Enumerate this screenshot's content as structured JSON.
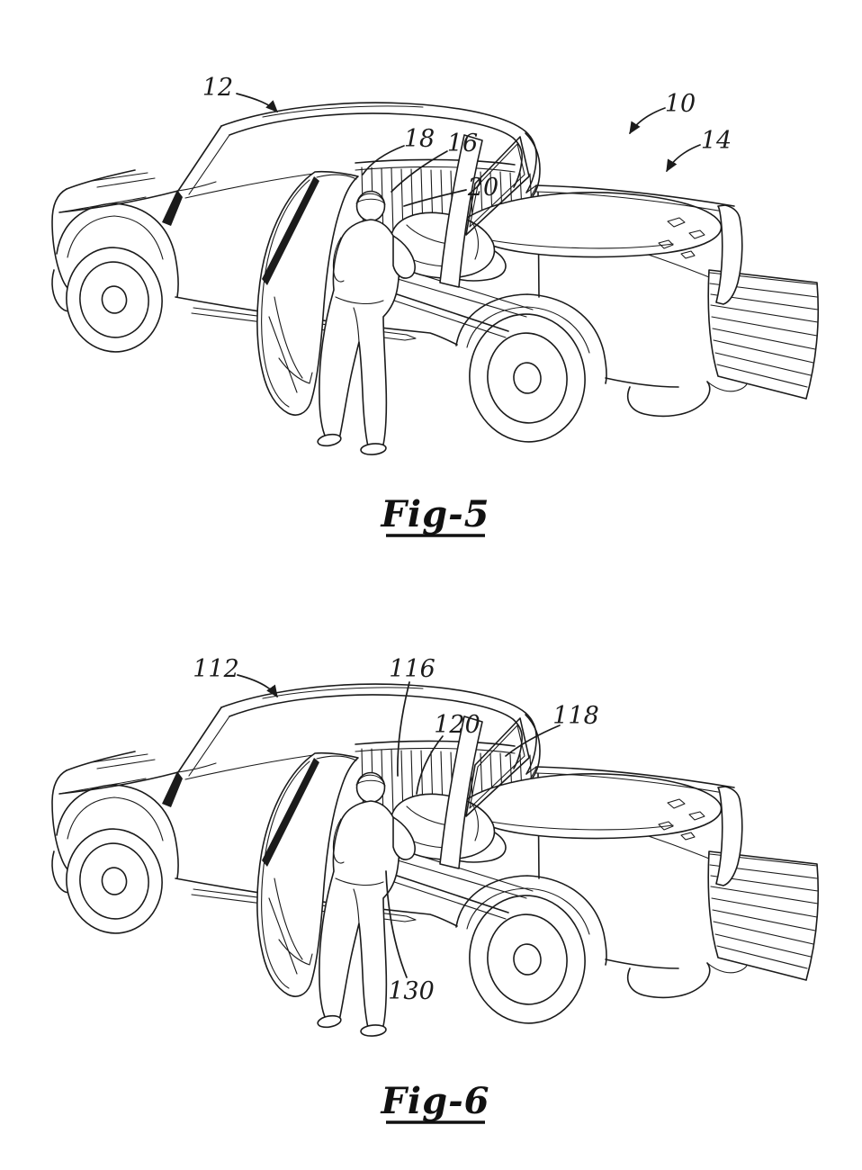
{
  "sheet": {
    "paper_color": "#ffffff",
    "ink_color": "#1b1b1b",
    "content": "patent-style line drawings of a pickup truck with open door, worker loading a bag through door opening, louvered midgate partition, covered bed and lumber extending past tailgate"
  },
  "figures": [
    {
      "name": "figure-5",
      "caption": "Fig-5",
      "labels": [
        {
          "text": "12"
        },
        {
          "text": "18"
        },
        {
          "text": "16"
        },
        {
          "text": "20"
        },
        {
          "text": "10"
        },
        {
          "text": "14"
        }
      ]
    },
    {
      "name": "figure-6",
      "caption": "Fig-6",
      "labels": [
        {
          "text": "112"
        },
        {
          "text": "116"
        },
        {
          "text": "120"
        },
        {
          "text": "118"
        },
        {
          "text": "130"
        }
      ]
    }
  ]
}
